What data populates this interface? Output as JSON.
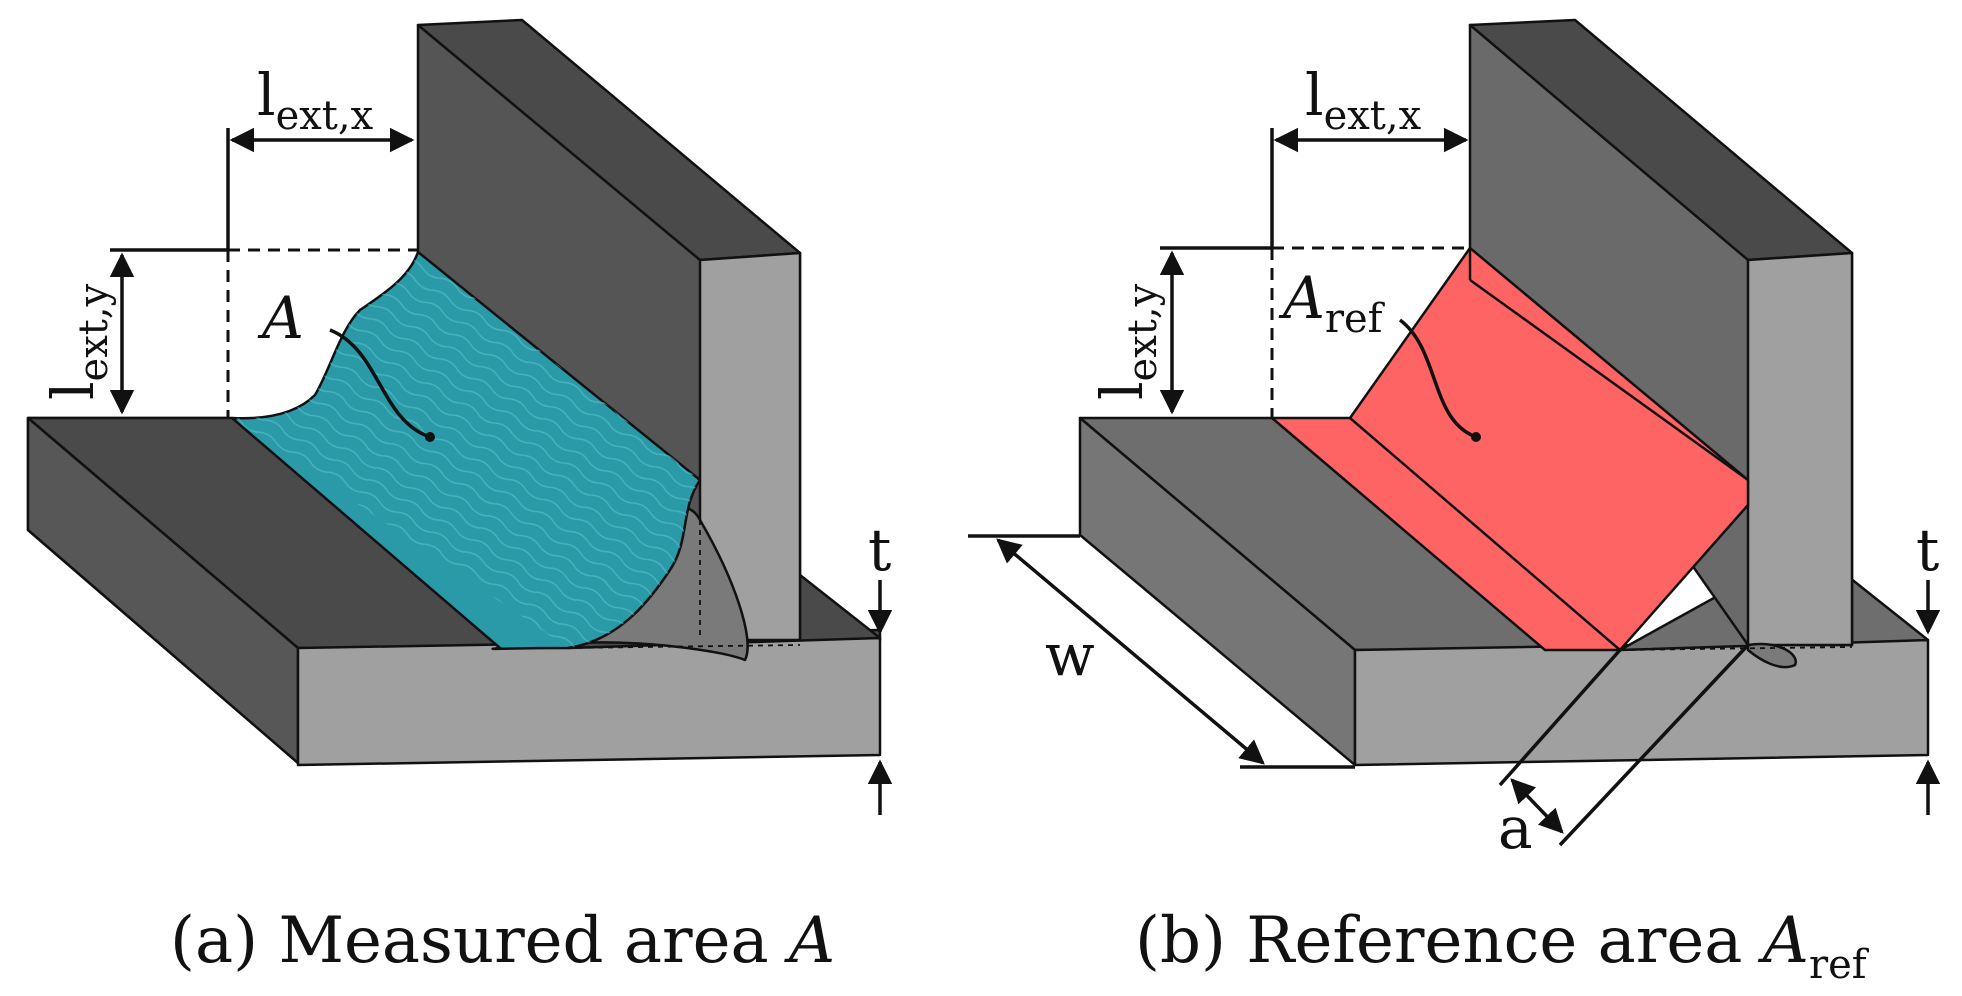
{
  "panels": [
    {
      "caption_prefix": "(a) Measured area ",
      "caption_symbol": "A",
      "caption_subscript": "",
      "area_label_symbol": "A",
      "area_label_subscript": "",
      "area_color": "#2a9aa8",
      "dimensions": {
        "lext_x": {
          "base": "l",
          "sub": "ext,x"
        },
        "lext_y": {
          "base": "l",
          "sub": "ext,y"
        },
        "t": "t"
      }
    },
    {
      "caption_prefix": "(b) Reference area ",
      "caption_symbol": "A",
      "caption_subscript": "ref",
      "area_label_symbol": "A",
      "area_label_subscript": "ref",
      "area_color": "#ff6464",
      "dimensions": {
        "lext_x": {
          "base": "l",
          "sub": "ext,x"
        },
        "lext_y": {
          "base": "l",
          "sub": "ext,y"
        },
        "t": "t",
        "w": "w",
        "a": "a"
      }
    }
  ],
  "colors": {
    "steel_dark": "#4d4d4d",
    "steel_mid": "#6e6e6e",
    "steel_light": "#a0a0a0",
    "steel_top": "#555555"
  }
}
